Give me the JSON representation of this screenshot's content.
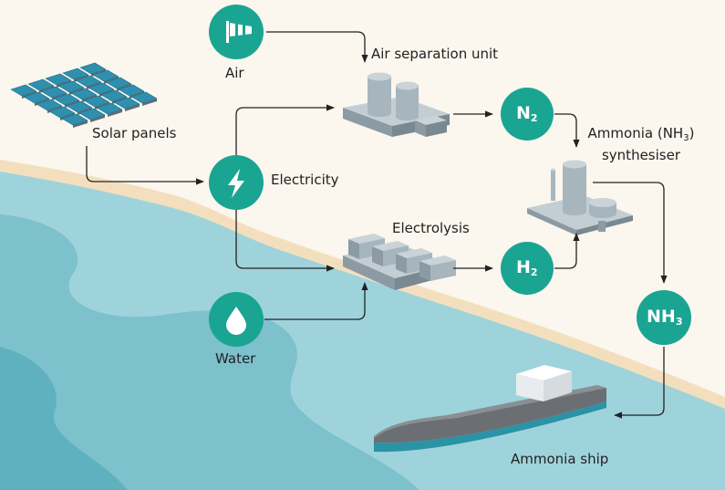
{
  "labels": {
    "air": "Air",
    "air_separation": "Air separation unit",
    "solar_panels": "Solar panels",
    "electricity": "Electricity",
    "electrolysis": "Electrolysis",
    "water": "Water",
    "ammonia_synth_line1_pre": "Ammonia (NH",
    "ammonia_synth_sub": "3",
    "ammonia_synth_line1_post": ")",
    "ammonia_synth_line2": "synthesiser",
    "ammonia_ship": "Ammonia ship"
  },
  "nodes": {
    "n2": {
      "symbol": "N",
      "sub": "2"
    },
    "h2": {
      "symbol": "H",
      "sub": "2"
    },
    "nh3": {
      "symbol": "NH",
      "sub": "3"
    }
  },
  "icons": {
    "air": "windsock-icon",
    "electricity": "lightning-bolt-icon",
    "water": "water-drop-icon"
  },
  "colors": {
    "background": "#fbf6ee",
    "sea_light": "#9fd3dc",
    "sea_mid": "#7cc1cc",
    "sea_dark": "#5fb1bf",
    "shore": "#f3dfbe",
    "node": "#1aa592",
    "equipment": "#9eadb6",
    "ship_deck": "#6b6f73",
    "ship_hull": "#2a93a6",
    "arrow": "#222222"
  }
}
